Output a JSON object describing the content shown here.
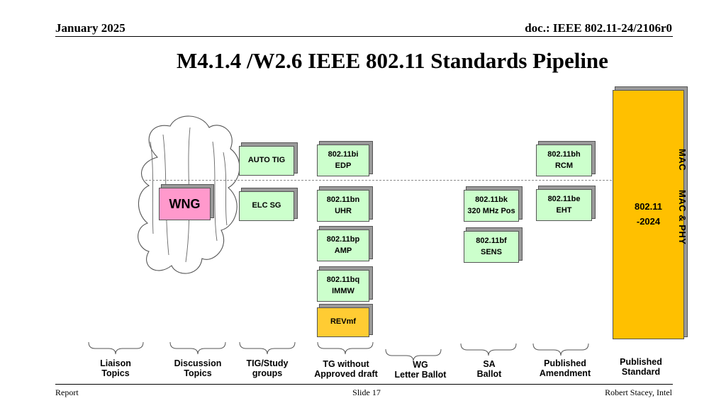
{
  "header": {
    "date": "January 2025",
    "doc": "doc.: IEEE 802.11-24/2106r0"
  },
  "title": "M4.1.4 /W2.6 IEEE 802.11 Standards Pipeline",
  "footer": {
    "left": "Report",
    "center": "Slide 17",
    "right": "Robert Stacey, Intel"
  },
  "layer_labels": {
    "mac": "MAC",
    "mac_phy": "MAC & PHY"
  },
  "boxes": {
    "wng": "WNG",
    "auto_tig": "AUTO TIG",
    "elc_sg": "ELC SG",
    "bi": "802.11bi\nEDP",
    "bn": "802.11bn\nUHR",
    "bp": "802.11bp\nAMP",
    "bq": "802.11bq\nIMMW",
    "revmf": "REVmf",
    "bk": "802.11bk\n320 MHz Pos",
    "bf": "802.11bf\nSENS",
    "bh": "802.11bh\nRCM",
    "be": "802.11be\nEHT",
    "standard": "802.11\n-2024"
  },
  "categories": {
    "liaison": "Liaison\nTopics",
    "discussion": "Discussion\nTopics",
    "tig_study": "TIG/Study\ngroups",
    "tg": "TG without\nApproved draft",
    "wg": "WG\nLetter Ballot",
    "sa": "SA\nBallot",
    "pub_amend": "Published\nAmendment",
    "pub_std": "Published\nStandard"
  },
  "colors": {
    "active_box": "#ccffcc",
    "revision_box": "#ffcc33",
    "wng_box": "#ff99cc",
    "standard_bar": "#ffc000"
  }
}
